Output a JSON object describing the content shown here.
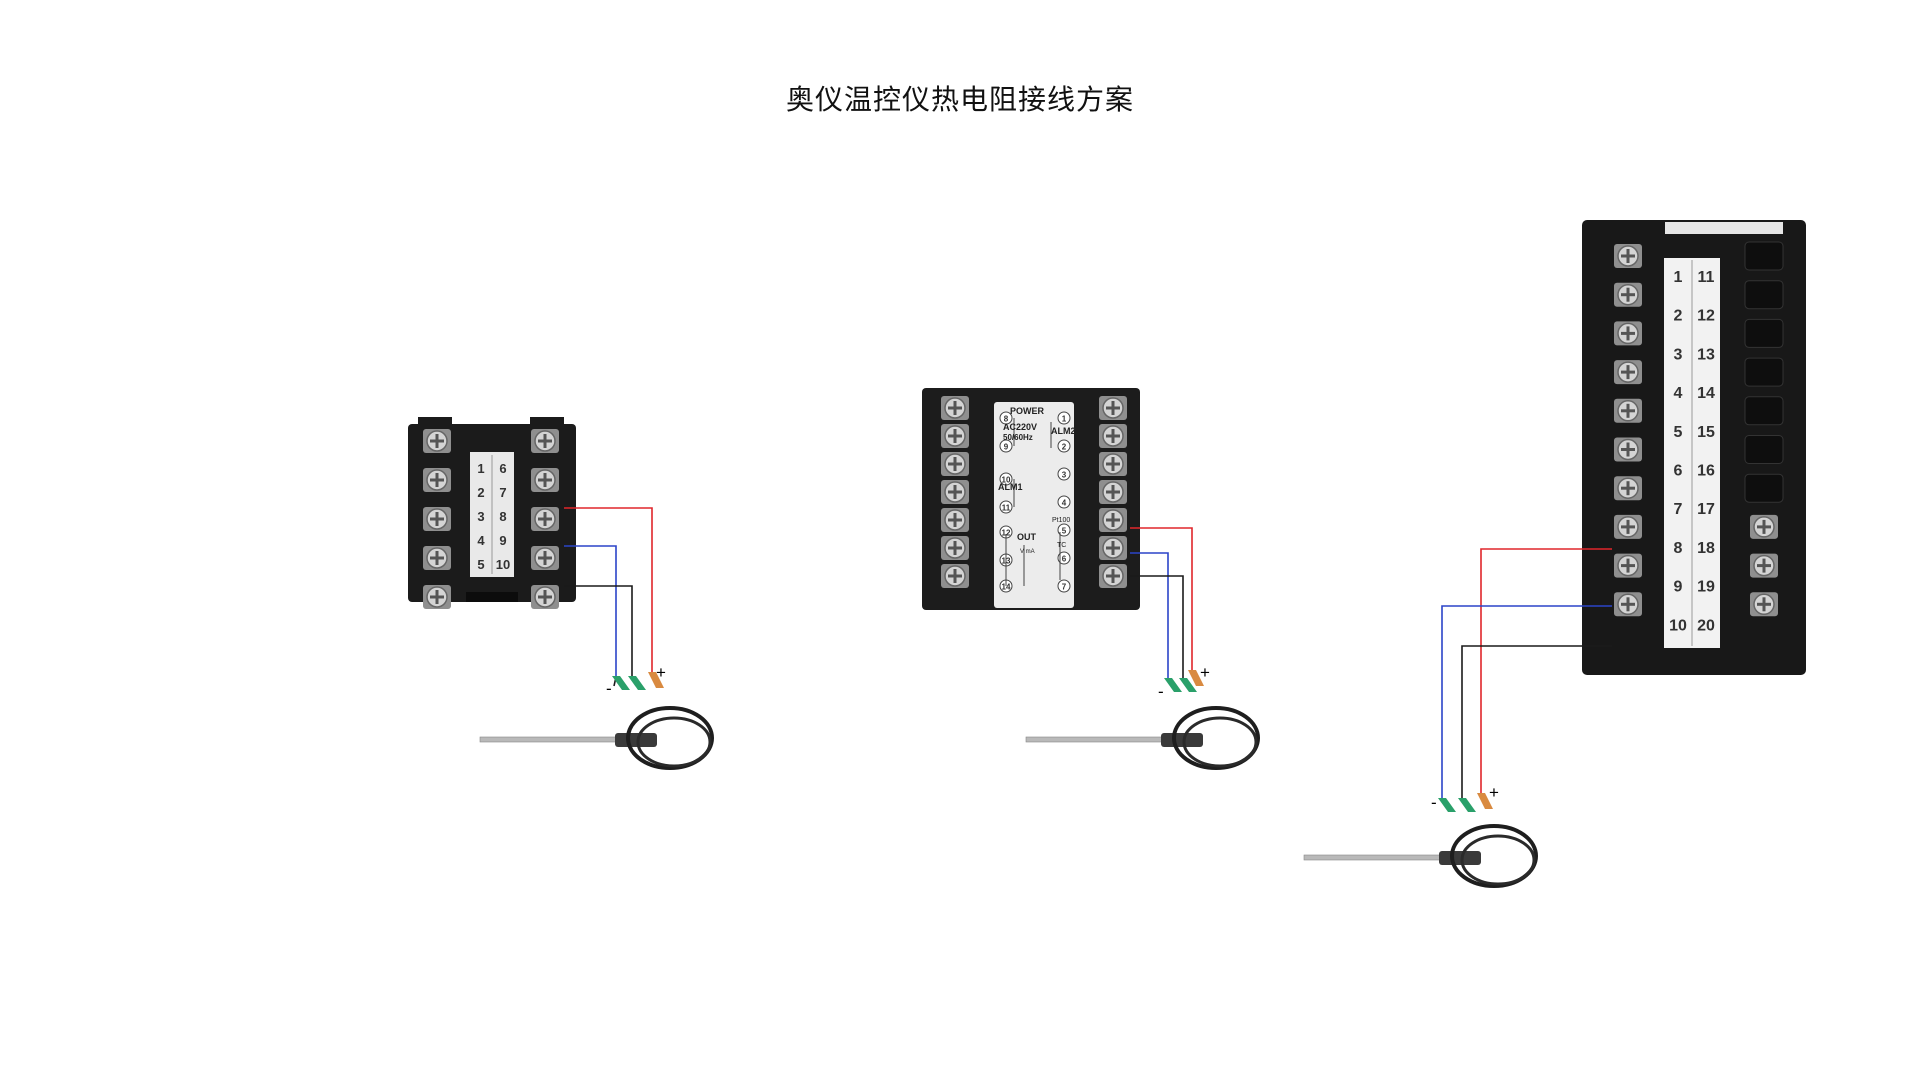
{
  "title": "奥仪温控仪热电阻接线方案",
  "controller_a": {
    "terminals": [
      "1",
      "2",
      "3",
      "4",
      "5",
      "6",
      "7",
      "8",
      "9",
      "10"
    ]
  },
  "controller_b": {
    "left_terminals": [
      "8",
      "9",
      "10",
      "11",
      "12",
      "13",
      "14"
    ],
    "right_terminals": [
      "1",
      "2",
      "3",
      "4",
      "5",
      "6",
      "7"
    ],
    "labels": {
      "power": "POWER",
      "supply": "AC220V",
      "freq": "50/60Hz",
      "alm1": "ALM1",
      "alm2": "ALM2",
      "out": "OUT",
      "out_sub": "V  mA",
      "pt100": "Pt100",
      "tc": "TC"
    }
  },
  "controller_c": {
    "terminals": [
      "1",
      "2",
      "3",
      "4",
      "5",
      "6",
      "7",
      "8",
      "9",
      "10",
      "11",
      "12",
      "13",
      "14",
      "15",
      "16",
      "17",
      "18",
      "19",
      "20"
    ]
  },
  "polarity": {
    "minus": "-",
    "plus": "+"
  },
  "wire_colors": {
    "red": "#e0262b",
    "blue": "#2b44c8",
    "black": "#1a1a1a"
  }
}
